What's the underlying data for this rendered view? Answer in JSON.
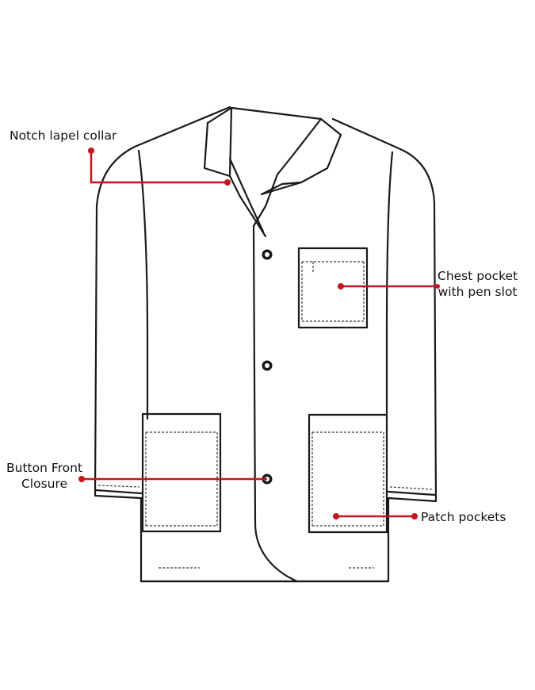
{
  "diagram": {
    "subject_icon": "lab-coat-line-drawing",
    "colors": {
      "outline": "#1a1a1a",
      "stitch": "#3a3a3a",
      "leader_line": "#c4161c",
      "leader_dot": "#c4161c",
      "background": "#ffffff"
    },
    "callouts": {
      "notch_lapel_collar": {
        "line1": "Notch lapel collar"
      },
      "chest_pocket": {
        "line1": "Chest pocket",
        "line2": "with pen slot"
      },
      "button_front": {
        "line1": "Button Front",
        "line2": "Closure"
      },
      "patch_pockets": {
        "line1": "Patch pockets"
      }
    }
  }
}
